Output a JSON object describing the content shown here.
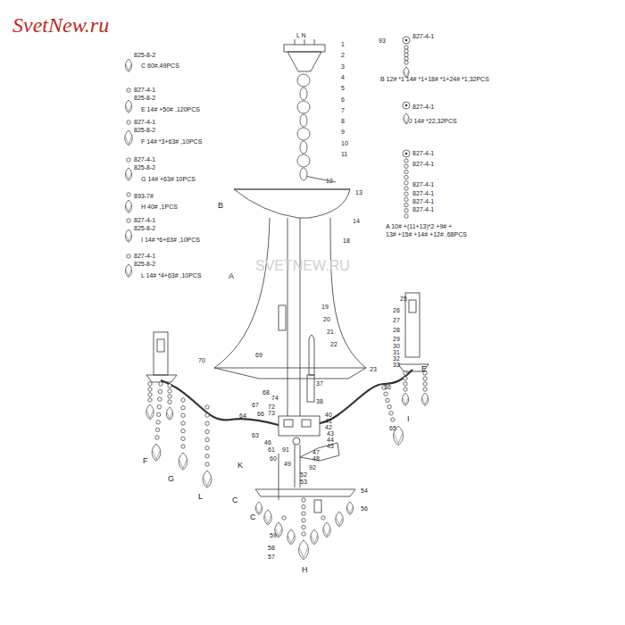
{
  "diagram": {
    "labels": [
      "SvetNew.ru",
      "825-8-2",
      "C 60#,49PCS",
      "827-4-1",
      "825-8-2",
      "E 14# +50# ,120PCS",
      "827-4-1",
      "825-8-2",
      "F 14# *3+63# ,10PCS",
      "827-4-1",
      "825-8-2",
      "G 14# +63# 10PCS",
      "893-7#",
      "H 40# ,1PCS",
      "827-4-1",
      "825-8-2",
      "I 14# *6+63# ,10PCS",
      "827-4-1",
      "825-8-2",
      "L 14# *4+63# ,10PCS",
      "93",
      "827-4-1",
      "B 12# *1 14# *1+18# *1+24# *1,32PCS",
      "827-4-1",
      "J 14# *22,32PCS",
      "827-4-1",
      "827-4-1",
      "827-4-1",
      "827-4-1",
      "827-4-1",
      "827-4-1",
      "A 10# +(11+13)*2 +9# +",
      "13# +15# +14# +12# ,68PCS",
      "L N",
      "1",
      "2",
      "3",
      "4",
      "5",
      "6",
      "7",
      "8",
      "9",
      "10",
      "11",
      "12",
      "13",
      "14",
      "18",
      "19",
      "20",
      "21",
      "22",
      "23",
      "25",
      "26",
      "27",
      "28",
      "29",
      "30",
      "31",
      "32",
      "33",
      "36",
      "37",
      "38",
      "40",
      "41",
      "42",
      "43",
      "44",
      "45",
      "46",
      "47",
      "48",
      "49",
      "52",
      "53",
      "54",
      "56",
      "57",
      "58",
      "59",
      "60",
      "61",
      "63",
      "64",
      "65",
      "66",
      "67",
      "68",
      "69",
      "70",
      "72",
      "73",
      "74",
      "91",
      "92",
      "A",
      "B",
      "C",
      "C",
      "E",
      "F",
      "G",
      "I",
      "L",
      "K",
      "H",
      "SVETNEW.RU"
    ]
  }
}
